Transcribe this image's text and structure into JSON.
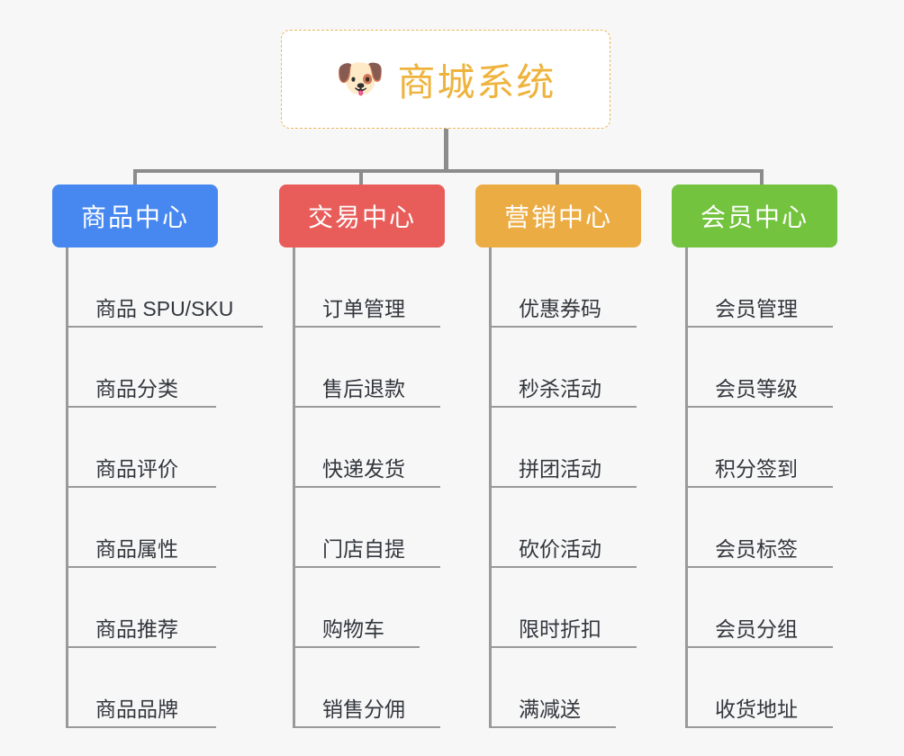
{
  "diagram": {
    "type": "org-chart",
    "background_color": "#f7f7f7",
    "connector_color": "#8c8c8c"
  },
  "root": {
    "icon": "shiba-dog-face-emoji",
    "emoji": "🐶",
    "title": "商城系统",
    "text_color": "#eeb33c",
    "border_color": "#e8b95a",
    "background_color": "#ffffff"
  },
  "columns": [
    {
      "id": "product-center",
      "title": "商品中心",
      "color": "#4788f0",
      "items": [
        "商品 SPU/SKU",
        "商品分类",
        "商品评价",
        "商品属性",
        "商品推荐",
        "商品品牌"
      ]
    },
    {
      "id": "trade-center",
      "title": "交易中心",
      "color": "#e85d59",
      "items": [
        "订单管理",
        "售后退款",
        "快递发货",
        "门店自提",
        "购物车",
        "销售分佣"
      ]
    },
    {
      "id": "marketing-center",
      "title": "营销中心",
      "color": "#ecac44",
      "items": [
        "优惠券码",
        "秒杀活动",
        "拼团活动",
        "砍价活动",
        "限时折扣",
        "满减送"
      ]
    },
    {
      "id": "member-center",
      "title": "会员中心",
      "color": "#73c33e",
      "items": [
        "会员管理",
        "会员等级",
        "积分签到",
        "会员标签",
        "会员分组",
        "收货地址"
      ]
    }
  ]
}
